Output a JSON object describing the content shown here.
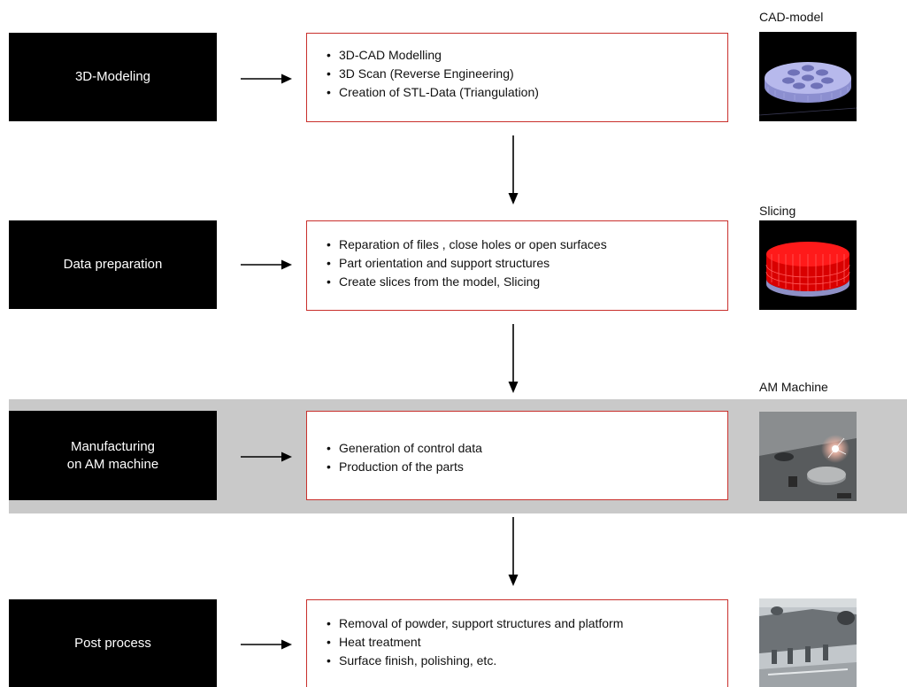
{
  "stages": [
    {
      "label": "3D-Modeling",
      "image_caption": "CAD-model",
      "bullets": [
        "3D-CAD Modelling",
        "3D Scan (Reverse Engineering)",
        "Creation of STL-Data (Triangulation)"
      ]
    },
    {
      "label": "Data preparation",
      "image_caption": "Slicing",
      "bullets": [
        "Reparation of files , close holes or open surfaces",
        "Part orientation and support structures",
        "Create slices from the model, Slicing"
      ]
    },
    {
      "label": "Manufacturing\non AM machine",
      "image_caption": "AM Machine",
      "bullets": [
        "Generation of  control data",
        "Production of the parts"
      ]
    },
    {
      "label": "Post process",
      "image_caption": "",
      "bullets": [
        "Removal of powder, support structures and platform",
        "Heat treatment",
        "Surface finish, polishing, etc."
      ]
    }
  ],
  "colors": {
    "stage_fill": "#000000",
    "details_border": "#c9302c",
    "highlight_band": "#c9c9c9"
  }
}
